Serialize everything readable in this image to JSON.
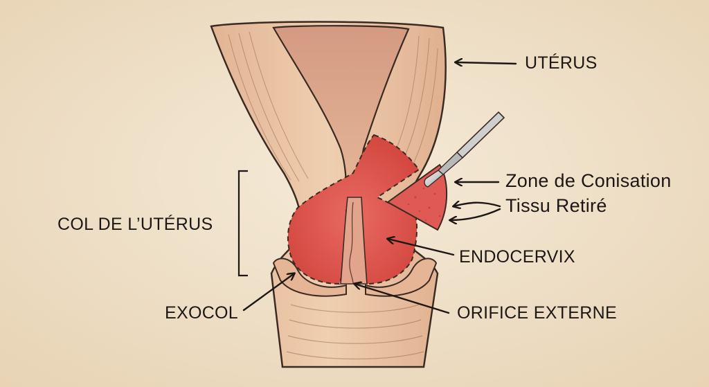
{
  "labels": {
    "uterus": "UTÉRUS",
    "zone_conisation": "Zone de Conisation",
    "tissu_retire": "Tissu Retiré",
    "col_uterus": "COL DE L’UTÉRUS",
    "endocervix": "ENDOCERVIX",
    "exocol": "EXOCOL",
    "orifice_externe": "ORIFICE EXTERNE"
  },
  "colors": {
    "paper": "#f1e4cf",
    "tissue": "#e9c3a3",
    "tissue_dark": "#c9896c",
    "canal": "#d9a184",
    "cone_red": "#df5a55",
    "outline": "#3a2a22",
    "ink": "#1c1714"
  }
}
